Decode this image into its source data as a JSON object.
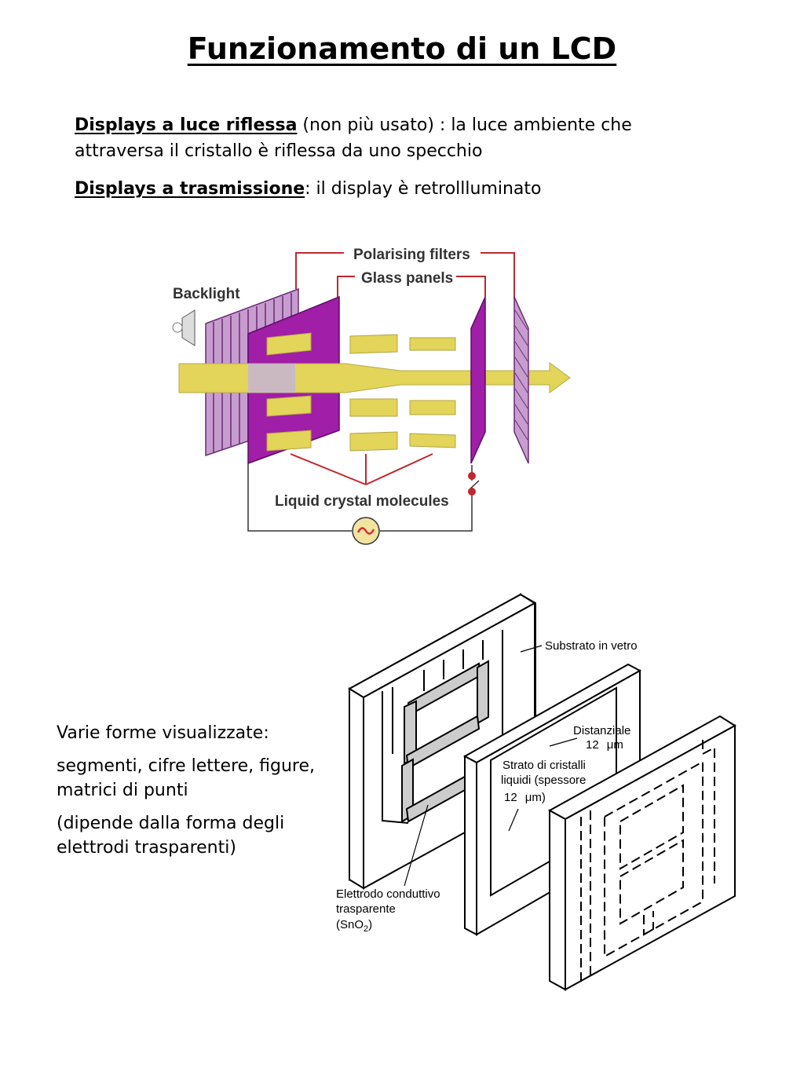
{
  "title": "Funzionamento di un LCD",
  "reflective": {
    "term": "Displays a luce riflessa",
    "text": " (non più usato) : la luce ambiente che attraversa il cristallo è riflessa da uno specchio"
  },
  "transmissive": {
    "term": "Displays a trasmissione",
    "text": ": il display è retrollluminato"
  },
  "diagram1": {
    "polarising_filters": "Polarising filters",
    "glass_panels": "Glass panels",
    "backlight": "Backlight",
    "liquid_crystal_molecules": "Liquid crystal molecules",
    "colors": {
      "glass": "#a01ea8",
      "filter": "#c79dd0",
      "molecule": "#e3d45a",
      "line": "#c0282e"
    }
  },
  "side_text": {
    "line1": "Varie forme visualizzate:",
    "line2": "segmenti, cifre lettere, figure, matrici di punti",
    "line3": "(dipende dalla forma degli elettrodi trasparenti)"
  },
  "diagram2": {
    "substrato": "Substrato in vetro",
    "distanziale": "Distanziale",
    "distanziale_val": "12",
    "um1": "μm",
    "strato_1": "Strato di cristalli",
    "strato_2": "liquidi (spessore",
    "strato_val": "12",
    "um2": "μm)",
    "elettrodo_1": "Elettrodo conduttivo",
    "elettrodo_2": "trasparente",
    "elettrodo_3": "(SnO",
    "elettrodo_sub": "2",
    "elettrodo_end": ")"
  }
}
